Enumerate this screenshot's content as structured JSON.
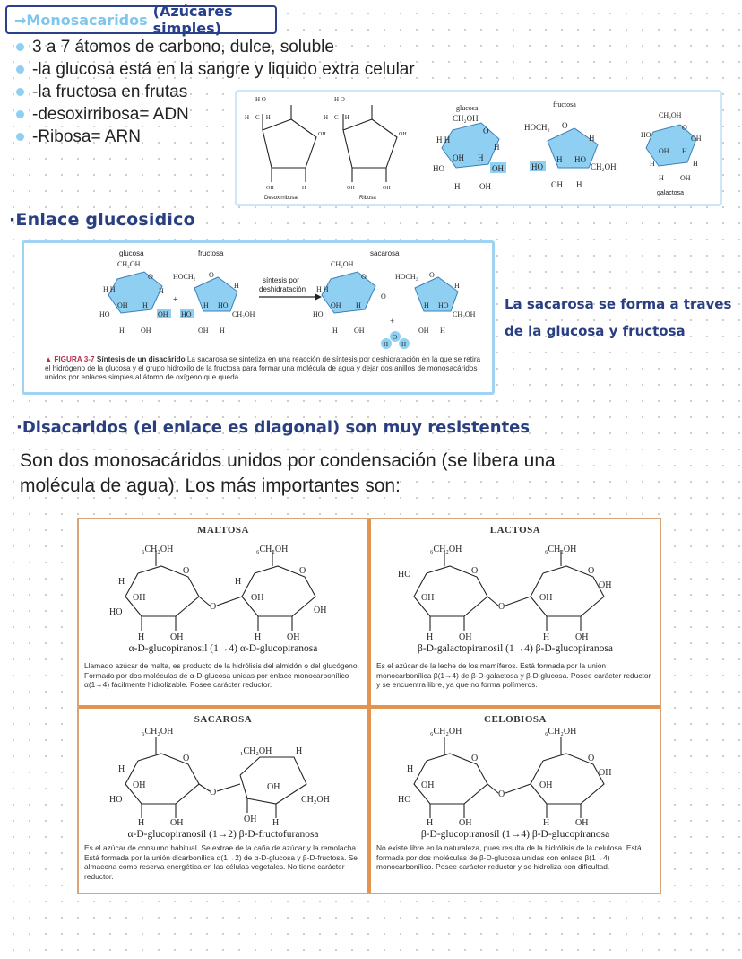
{
  "header": {
    "title_part1": "→Monosacaridos",
    "title_part2": "(Azúcares simples)"
  },
  "bullets": [
    "3 a 7 átomos de carbono, dulce, soluble",
    "-la glucosa está en la sangre y liquido extra celular",
    "-la fructosa en frutas",
    "-desoxirribosa= ADN",
    "-Ribosa= ARN"
  ],
  "mono_figure": {
    "labels": [
      "Desoxirribosa",
      "Ribosa",
      "glucosa",
      "fructosa",
      "galactosa"
    ]
  },
  "enlace": {
    "title": "·Enlace glucosidico",
    "labels": {
      "glucosa": "glucosa",
      "fructosa": "fructosa",
      "sacarosa": "sacarosa",
      "arrow_line1": "síntesis por",
      "arrow_line2": "deshidratación"
    },
    "caption_fig": "▲ FIGURA 3-7",
    "caption_bold": "Síntesis de un disacárido",
    "caption_text": "La sacarosa se sintetiza en una reacción de síntesis por deshidratación en la que se retira el hidrógeno de la glucosa y el grupo hidroxilo de la fructosa para formar una molécula de agua y dejar dos anillos de monosacáridos unidos por enlaces simples al átomo de oxígeno que queda."
  },
  "note_right": {
    "line1": "La sacarosa se forma a traves",
    "line2": "de la glucosa y fructosa"
  },
  "disacaridos": {
    "title": "·Disacaridos (el enlace es diagonal) son muy resistentes",
    "para_line1": " Son dos monosacáridos unidos por condensación (se libera una",
    "para_line2": "molécula de agua). Los más importantes son:"
  },
  "panel": {
    "maltosa": {
      "title": "MALTOSA",
      "name": "α-D-glucopiranosil (1→4) α-D-glucopiranosa",
      "desc": "Llamado azúcar de malta, es producto de la hidrólisis del almidón o del glucógeno. Formado por dos moléculas de α-D-glucosa unidas por enlace monocarbonílico α(1→4) fácilmente hidrolizable. Posee carácter reductor."
    },
    "lactosa": {
      "title": "LACTOSA",
      "name": "β-D-galactopiranosil (1→4) β-D-glucopiranosa",
      "desc": "Es el azúcar de la leche de los mamíferos. Está formada por la unión monocarbonílica β(1→4) de β-D-galactosa y β-D-glucosa. Posee carácter reductor y se encuentra libre, ya que no forma polímeros."
    },
    "sacarosa": {
      "title": "SACAROSA",
      "name": "α-D-glucopiranosil (1→2) β-D-fructofuranosa",
      "desc": "Es el azúcar de consumo habitual. Se extrae de la caña de azúcar y la remolacha. Está formada por la unión dicarbonílica α(1→2) de α-D-glucosa y β-D-fructosa. Se almacena como reserva energética en las células vegetales. No tiene carácter reductor."
    },
    "celobiosa": {
      "title": "CELOBIOSA",
      "name": "β-D-glucopiranosil (1→4) β-D-glucopiranosa",
      "desc": "No existe libre en la naturaleza, pues resulta de la hidrólisis de la celulosa. Está formada por dos moléculas de β-D-glucosa unidas con enlace β(1→4) monocarbonílico. Posee carácter reductor y se hidroliza con dificultad."
    }
  },
  "colors": {
    "title_light": "#7fc6ee",
    "title_dark": "#28408c",
    "bullet": "#8fd0f2",
    "ring": "#8fd0f2",
    "divider": "#e39450"
  }
}
